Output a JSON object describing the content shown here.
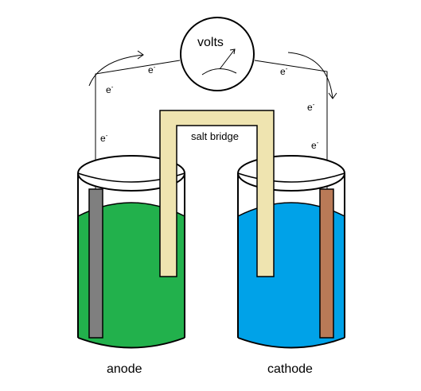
{
  "meter": {
    "label": "volts"
  },
  "salt_bridge": {
    "label": "salt bridge"
  },
  "anode": {
    "label": "anode",
    "solution_color": "#22b14c",
    "electrode_color": "#7f7f7f"
  },
  "cathode": {
    "label": "cathode",
    "solution_color": "#00a2e8",
    "electrode_color": "#b97a57"
  },
  "electron": {
    "symbol": "e",
    "charge": "-"
  },
  "colors": {
    "bridge": "#efe4b0",
    "outline": "#000000"
  }
}
